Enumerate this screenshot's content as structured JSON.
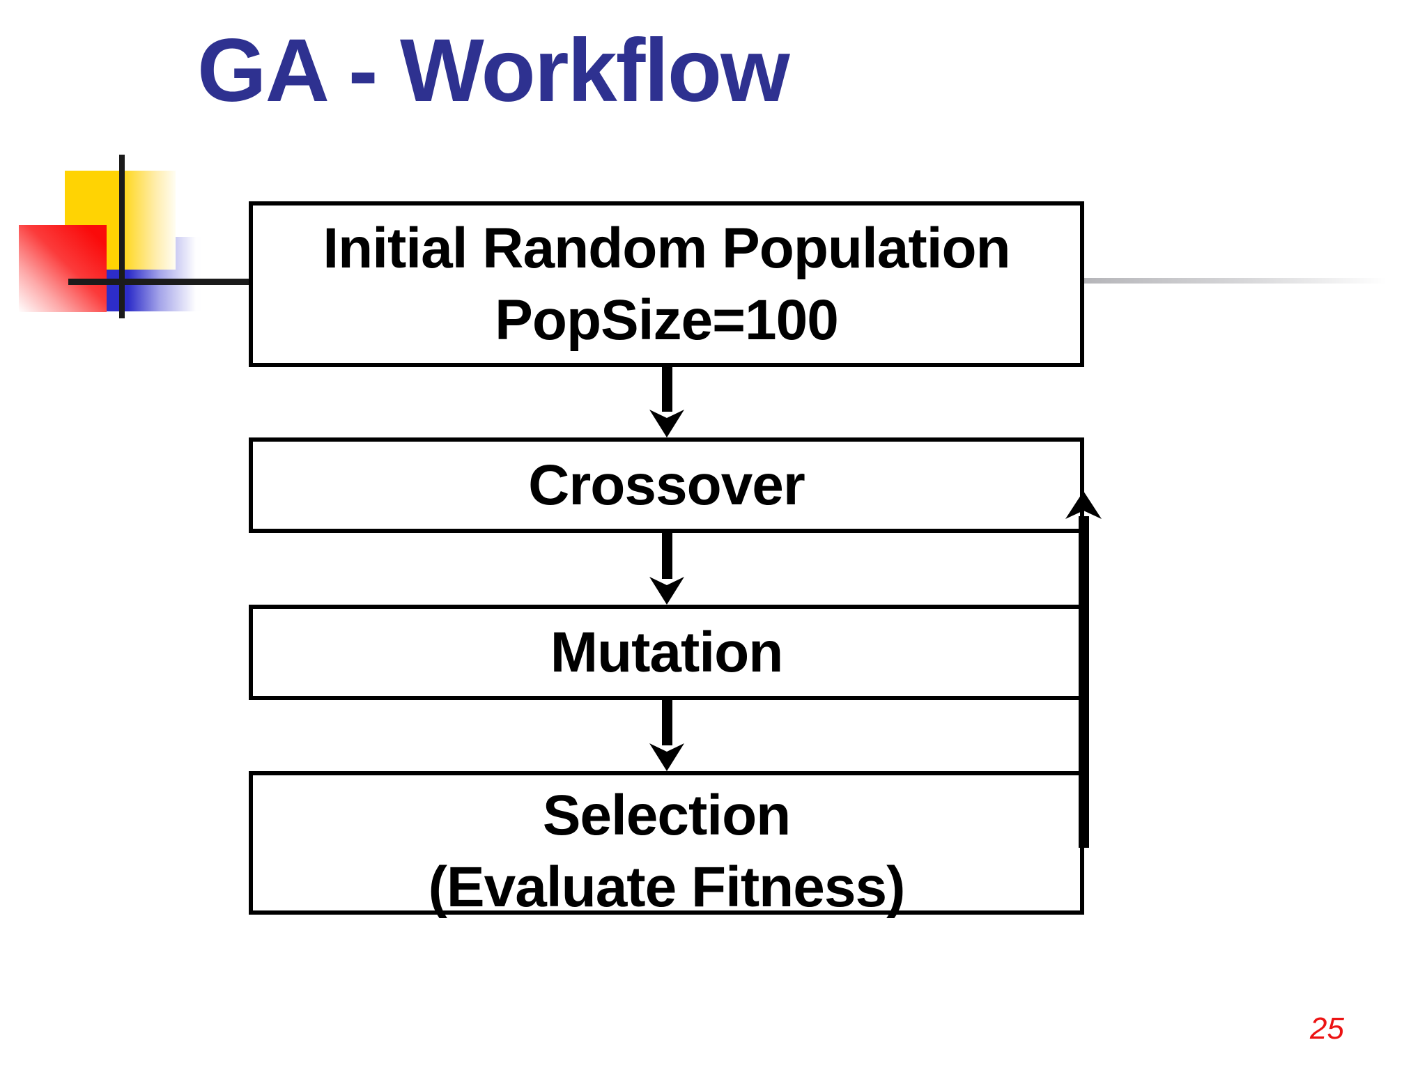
{
  "slide": {
    "title": "GA - Workflow",
    "page_number": "25"
  },
  "flowchart": {
    "boxes": [
      {
        "id": "initial-population",
        "lines": [
          "Initial Random Population",
          "PopSize=100"
        ]
      },
      {
        "id": "crossover",
        "lines": [
          "Crossover"
        ]
      },
      {
        "id": "mutation",
        "lines": [
          "Mutation"
        ]
      },
      {
        "id": "selection",
        "lines": [
          "Selection",
          "(Evaluate Fitness)"
        ]
      }
    ],
    "connectors": {
      "down_arrows": [
        {
          "from": "initial-population",
          "to": "crossover"
        },
        {
          "from": "crossover",
          "to": "mutation"
        },
        {
          "from": "mutation",
          "to": "selection"
        }
      ],
      "feedback_arrow": {
        "from": "selection",
        "to": "crossover",
        "direction": "up"
      }
    }
  },
  "colors": {
    "background": "#FFFFFF",
    "title": "#2E3190",
    "box_border": "#000000",
    "box_text": "#000000",
    "page_number": "#EC1313",
    "yellow_square": "#FFD303",
    "red_square": "#FA0A0A",
    "blue_square": "#2D2DC9",
    "crosshair": "#1B1B1B",
    "accent_line": "#B5B5B9"
  }
}
